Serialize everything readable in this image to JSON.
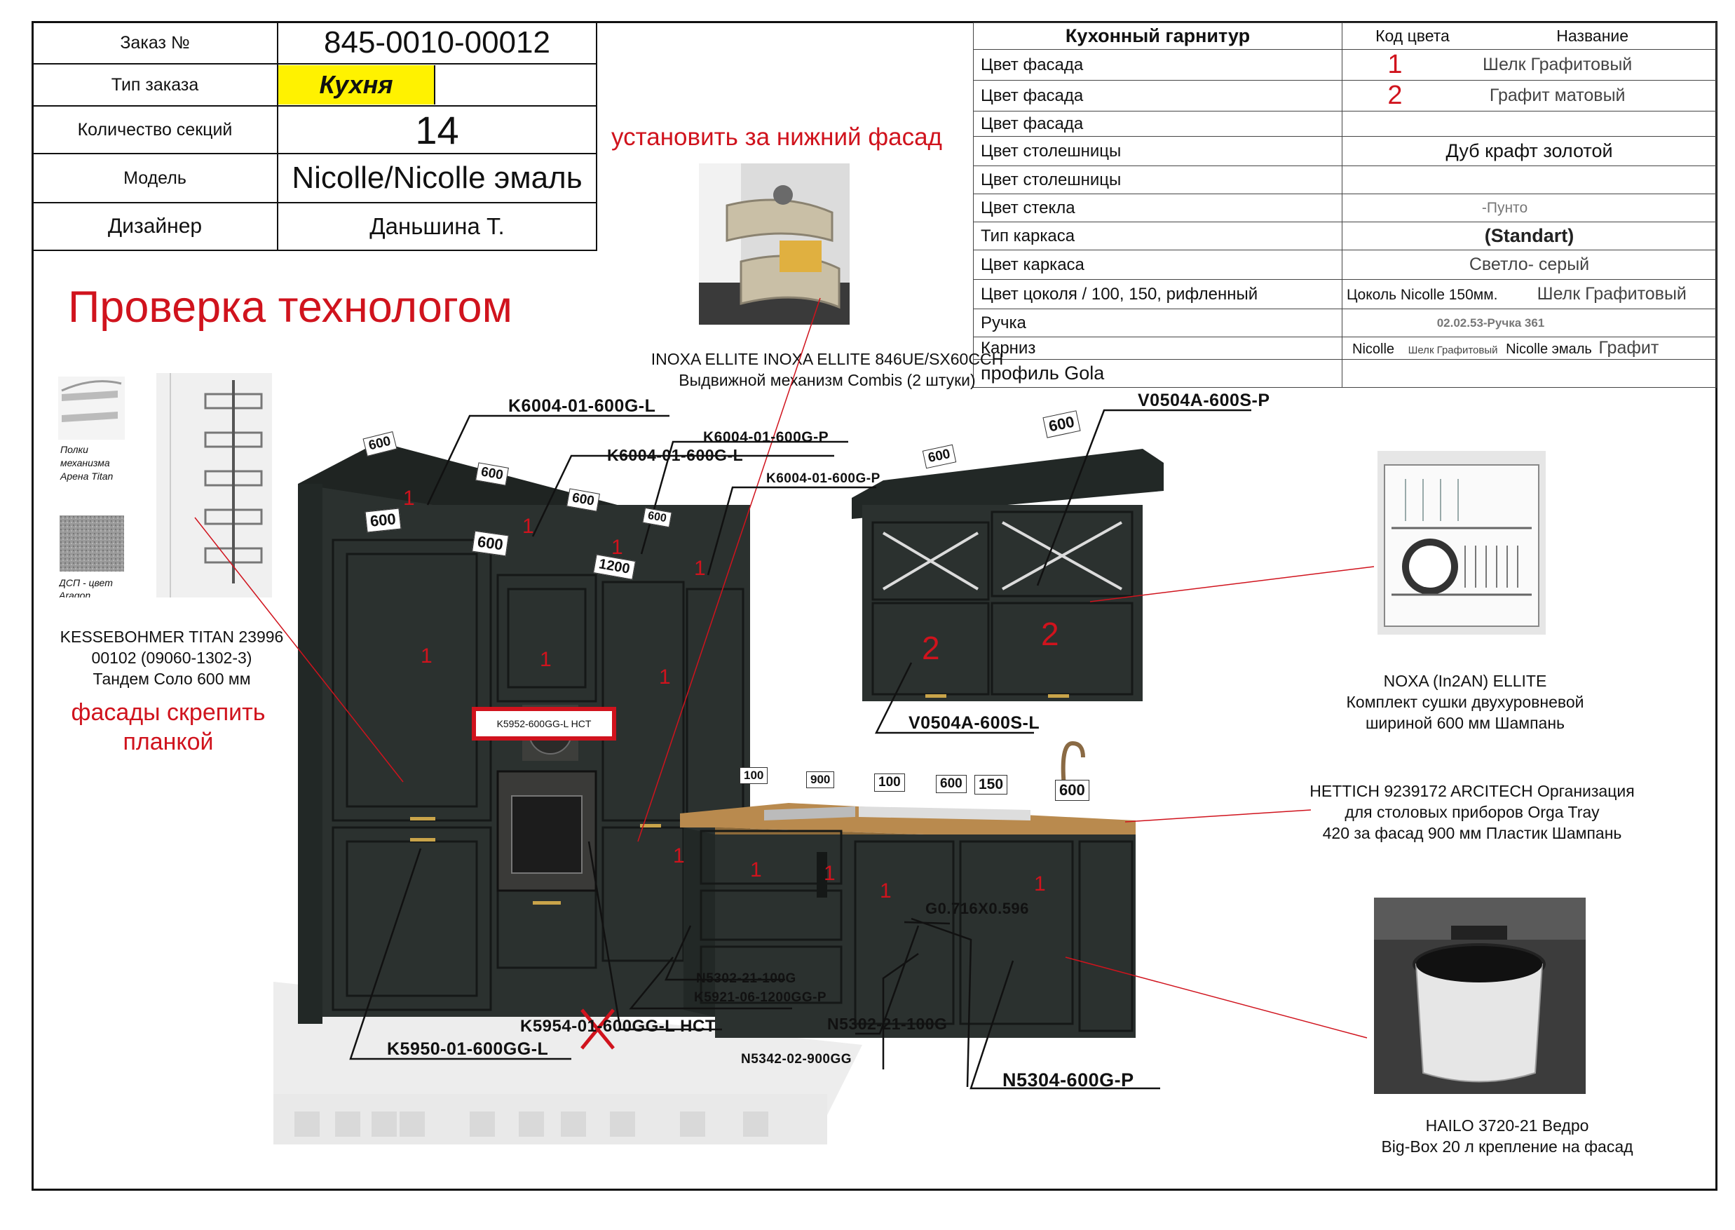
{
  "order": {
    "rows": [
      {
        "label": "Заказ №",
        "value": "845-0010-00012"
      },
      {
        "label": "Тип заказа",
        "value": "Кухня"
      },
      {
        "label": "Количество секций",
        "value": "14"
      },
      {
        "label": "Модель",
        "value": "Nicolle/Nicolle эмаль"
      },
      {
        "label": "Дизайнер",
        "value": "Даньшина Т."
      }
    ]
  },
  "spec": {
    "header": {
      "title": "Кухонный гарнитур",
      "code": "Код цвета",
      "name": "Название"
    },
    "rows": [
      {
        "label": "Цвет фасада",
        "code": "1",
        "name": "Шелк Графитовый"
      },
      {
        "label": "Цвет фасада",
        "code": "2",
        "name": "Графит матовый"
      },
      {
        "label": "Цвет фасада",
        "value": ""
      },
      {
        "label": "Цвет столешницы",
        "value": "Дуб крафт золотой"
      },
      {
        "label": "Цвет столешницы",
        "value": ""
      },
      {
        "label": "Цвет стекла",
        "value": "-Пунто"
      },
      {
        "label": "Тип каркаса",
        "value": "(Standart)"
      },
      {
        "label": "Цвет каркаса",
        "value": "Светло- серый"
      },
      {
        "label": "Цвет цоколя / 100, 150, рифленный",
        "plinth": "Цоколь Nicolle  150мм.",
        "name": "Шелк Графитовый"
      },
      {
        "label": "Ручка",
        "value": "02.02.53-Ручка 361"
      },
      {
        "label": "Карниз",
        "cornice": [
          "Nicolle",
          "Шелк Графитовый",
          "Nicolle эмаль",
          "Графит"
        ]
      },
      {
        "label": "профиль Gola",
        "value": ""
      }
    ]
  },
  "notes": {
    "check": "Проверка технологом",
    "install_behind": "установить за нижний фасад",
    "fasten": "фасады скрепить\nпланкой"
  },
  "products": {
    "inoxa": "INOXA ELLITE INOXA ELLITE 846UE/SX60CCH\nВыдвижной механизм Combis (2 штуки)",
    "kesse": "KESSEBOHMER TITAN 23996\n00102 (09060-1302-3)\nТандем Соло 600 мм",
    "noxa": "NOXA (In2AN) ELLITE\nКомплект сушки двухуровневой\nшириной 600 мм Шампань",
    "hettich": "HETTICH 9239172 ARCITECH Организация\nдля столовых приборов Orga Tray\n420 за фасад 900 мм Пластик Шампань",
    "hailo": "HAILO 3720-21 Ведро\nBig-Box 20 л крепление на фасад",
    "shelf_caption": "Полки\nмеханизма\nАрена Titan",
    "dsp_caption": "ДСП - цвет\nAragon"
  },
  "callouts": {
    "k6004_l_a": "K6004-01-600G-L",
    "k6004_p_a": "K6004-01-600G-P",
    "k6004_l_b": "K6004-01-600G-L",
    "k6004_p_b": "K6004-01-600G-P",
    "v0504_p": "V0504A-600S-P",
    "v0504_l": "V0504A-600S-L",
    "k5952": "K5952-600GG-L HCT",
    "n5302_a": "N5302-21-100G",
    "k5921": "K5921-06-1200GG-P",
    "k5954": "K5954-01-600GG-L HCT",
    "n5302_b": "N5302-21-100G",
    "k5950": "K5950-01-600GG-L",
    "n5342": "N5342-02-900GG",
    "n5304": "N5304-600G-P",
    "g_panel": "G0.716X0.596"
  },
  "dims": {
    "d1": "600",
    "d2": "600",
    "d3": "600",
    "d4": "600",
    "d5": "600",
    "d6": "600",
    "d7": "1200",
    "d8": "600",
    "d9": "600",
    "b1": "100",
    "b2": "900",
    "b3": "100",
    "b4": "600",
    "b5": "150",
    "b6": "600"
  },
  "colors": {
    "accent_red": "#d0131d",
    "highlight_yellow": "#fff200",
    "cabinet": "#2b312f",
    "counter": "#b98a4e"
  }
}
